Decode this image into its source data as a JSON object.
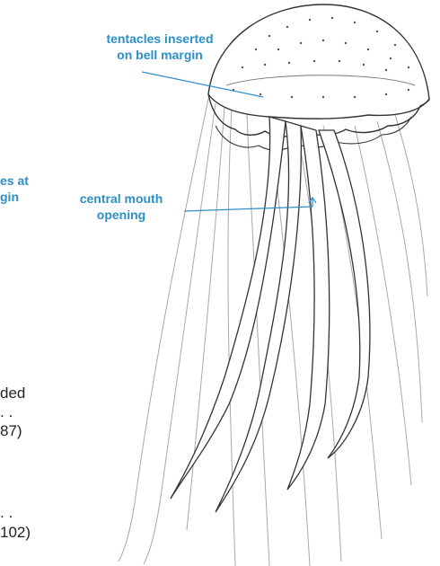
{
  "labels": {
    "tentacles_inserted": [
      "tentacles inserted",
      "on bell margin"
    ],
    "central_mouth": [
      "central mouth",
      "opening"
    ],
    "clipped_left": [
      "es at",
      "gin"
    ]
  },
  "clipped_text": {
    "line1": "ded",
    "line2": ". .",
    "line3": "87)",
    "line4": ". .",
    "line5": "102)"
  },
  "colors": {
    "label": "#2d8fc4",
    "leader": "#2d8fc4",
    "ink": "#333333",
    "thin_tentacle": "#a8a8a8"
  }
}
